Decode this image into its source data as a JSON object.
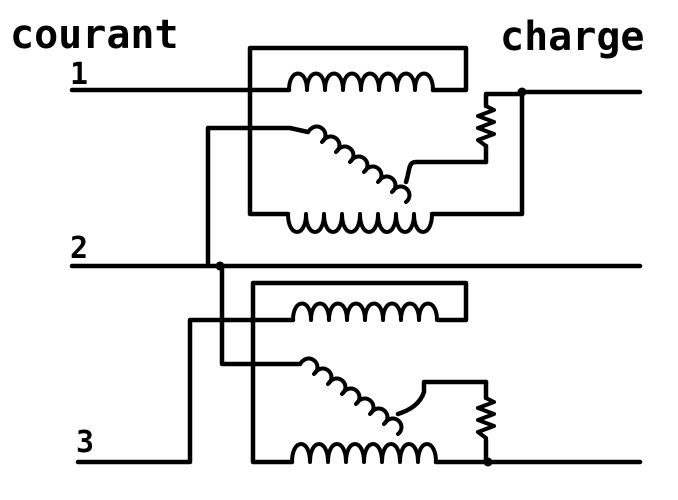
{
  "labels": {
    "source": "courant",
    "load": "charge",
    "line_1": "1",
    "line_2": "2",
    "line_3": "3"
  },
  "colors": {
    "ink": "#000000",
    "background": "#ffffff"
  }
}
